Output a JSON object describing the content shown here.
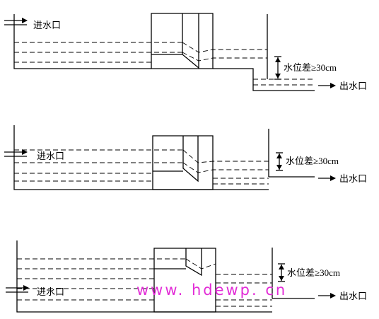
{
  "diagrams": [
    {
      "inlet_label": "进水口",
      "diff_label": "水位差≥30cm",
      "outlet_label": "出水口"
    },
    {
      "inlet_label": "进水口",
      "diff_label": "水位差≥30cm",
      "outlet_label": "出水口"
    },
    {
      "inlet_label": "进水口",
      "diff_label": "水位差≥30cm",
      "outlet_label": "出水口"
    }
  ],
  "watermark": "www. hdewp. cn"
}
